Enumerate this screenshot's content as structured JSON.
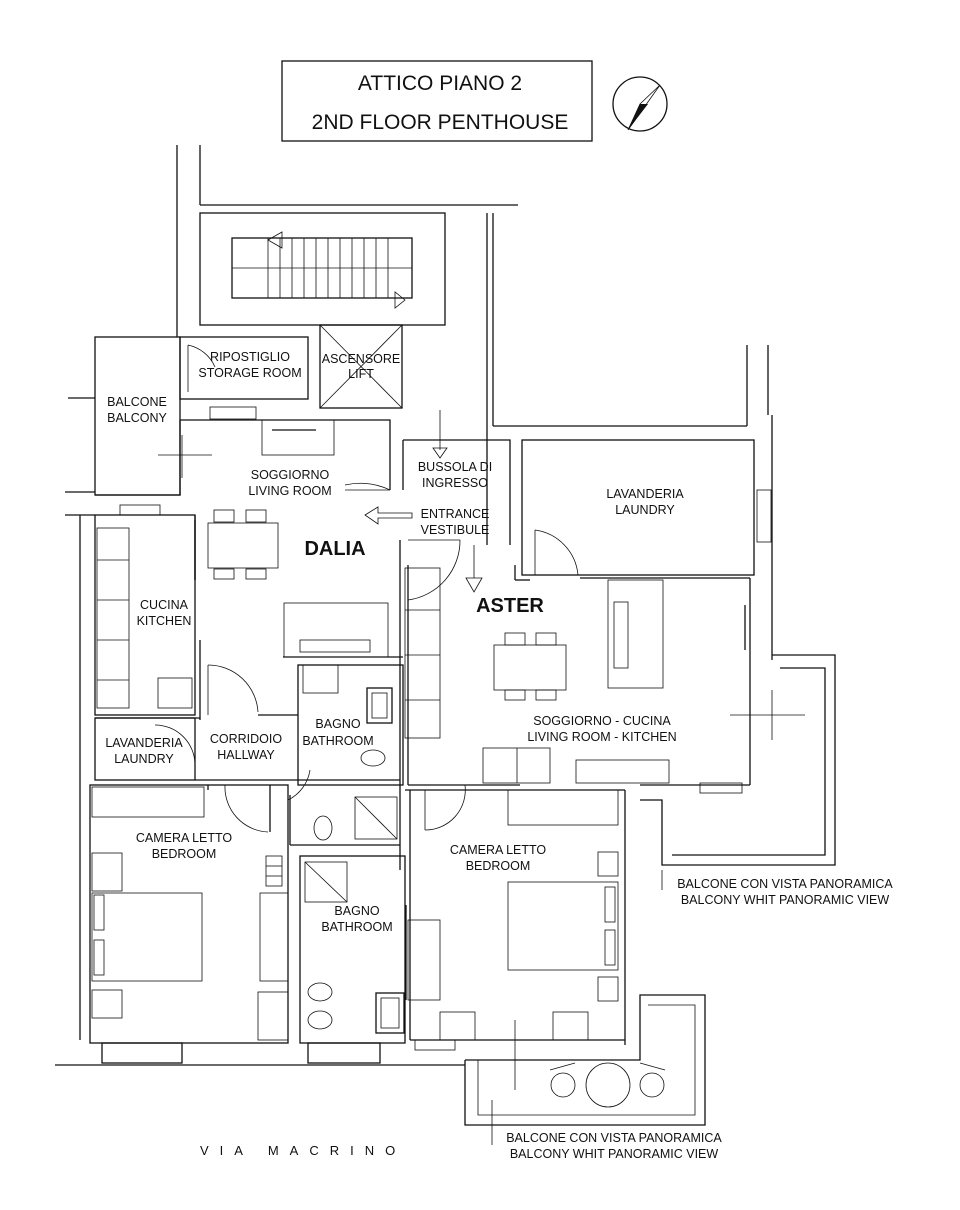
{
  "title": {
    "line1": "ATTICO PIANO 2",
    "line2": "2ND FLOOR PENTHOUSE"
  },
  "compass_icon": "north-arrow-icon",
  "apartments": {
    "dalia": "DALIA",
    "aster": "ASTER"
  },
  "rooms": {
    "storage": [
      "RIPOSTIGLIO",
      "STORAGE ROOM"
    ],
    "lift": [
      "ASCENSORE",
      "LIFT"
    ],
    "balcony_left": [
      "BALCONE",
      "BALCONY"
    ],
    "dalia_living": [
      "SOGGIORNO",
      "LIVING ROOM"
    ],
    "vestibule": [
      "BUSSOLA DI",
      "INGRESSO"
    ],
    "entrance": [
      "ENTRANCE",
      "VESTIBULE"
    ],
    "aster_laundry": [
      "LAVANDERIA",
      "LAUNDRY"
    ],
    "kitchen": [
      "CUCINA",
      "KITCHEN"
    ],
    "dalia_laundry": [
      "LAVANDERIA",
      "LAUNDRY"
    ],
    "hallway": [
      "CORRIDOIO",
      "HALLWAY"
    ],
    "dalia_bath1": [
      "BAGNO",
      "BATHROOM"
    ],
    "aster_living": [
      "SOGGIORNO - CUCINA",
      "LIVING ROOM - KITCHEN"
    ],
    "dalia_bedroom": [
      "CAMERA LETTO",
      "BEDROOM"
    ],
    "aster_bedroom": [
      "CAMERA LETTO",
      "BEDROOM"
    ],
    "dalia_bath2": [
      "BAGNO",
      "BATHROOM"
    ],
    "balcony_right": [
      "BALCONE CON VISTA PANORAMICA",
      "BALCONY WHIT PANORAMIC VIEW"
    ],
    "balcony_bottom": [
      "BALCONE CON VISTA PANORAMICA",
      "BALCONY WHIT PANORAMIC VIEW"
    ]
  },
  "street": "VIA MACRINO"
}
